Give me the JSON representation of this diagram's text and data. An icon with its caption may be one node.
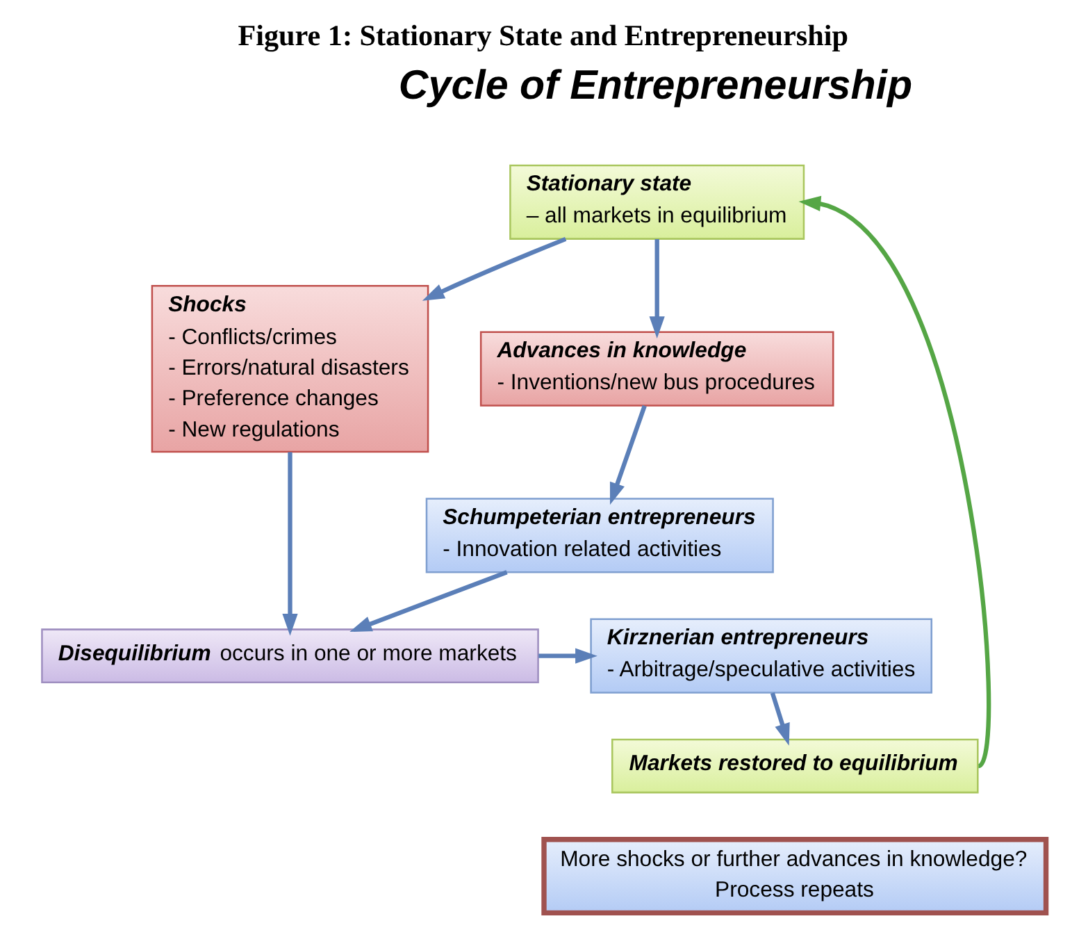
{
  "diagram": {
    "title": "Figure 1: Stationary State and Entrepreneurship",
    "nodes": [
      {
        "text": [
          "Stationary state",
          "– all markets in equilibrium"
        ]
      },
      {
        "text": [
          "Shocks",
          "- Conflicts/crimes",
          "- Errors/natural disasters",
          "- Preference changes",
          "- New regulations"
        ]
      },
      {
        "text": [
          "Advances in knowledge",
          "- Inventions/new bus procedures"
        ]
      },
      {
        "text": [
          "Schumpeterian entrepreneurs",
          "- Innovation related activities"
        ]
      },
      {
        "text": [
          "Kirznerian entrepreneurs",
          "- Arbitrage/speculative activities"
        ]
      },
      {
        "text": [
          "**Disequilibrium** occurs in one or more markets"
        ]
      },
      {
        "text": [
          "Markets restored to equilibrium"
        ]
      },
      {
        "text": [
          "More shocks or further advances in knowledge?",
          "Process repeats"
        ]
      }
    ],
    "edges": [
      {
        "from": 0,
        "to": 1,
        "arrow": "to"
      },
      {
        "from": 0,
        "to": 2,
        "arrow": "to"
      },
      {
        "from": 1,
        "to": 5,
        "arrow": "to"
      },
      {
        "from": 2,
        "to": 3,
        "arrow": "to"
      },
      {
        "from": 3,
        "to": 5,
        "arrow": "to"
      },
      {
        "from": 5,
        "to": 4,
        "arrow": "to"
      },
      {
        "from": 4,
        "to": 6,
        "arrow": "to"
      },
      {
        "from": 6,
        "to": 0,
        "arrow": "to",
        "color": "#55a645"
      }
    ],
    "labels": [
      "Cycle of Entrepreneurship"
    ]
  }
}
